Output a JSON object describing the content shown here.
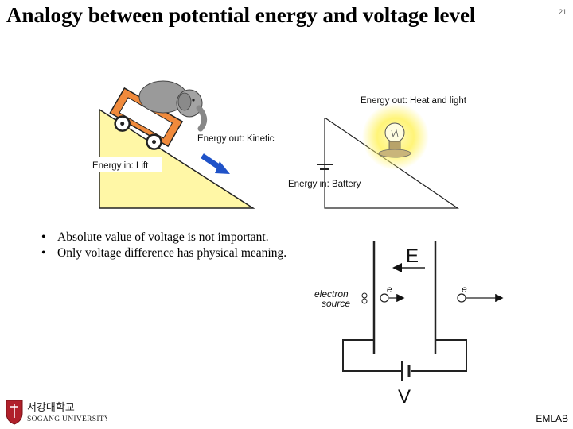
{
  "slide": {
    "title": "Analogy between potential energy and voltage level",
    "page_number": "21"
  },
  "left_figure": {
    "energy_in_label": "Energy in: Lift",
    "energy_out_label": "Energy out: Kinetic"
  },
  "right_figure": {
    "energy_out_label": "Energy out: Heat and light",
    "energy_in_label": "Energy in: Battery"
  },
  "bullets": [
    "Absolute value of voltage is not important.",
    "Only voltage difference has physical meaning."
  ],
  "field_diagram": {
    "field_label": "E",
    "source_label_line1": "electron",
    "source_label_line2": "source",
    "electron_label_1": "e",
    "electron_label_2": "e",
    "voltage_label": "V"
  },
  "logo": {
    "korean_name": "서강대학교",
    "english_name": "SOGANG UNIVERSITY"
  },
  "footer": {
    "brand": "EMLAB"
  },
  "colors": {
    "ramp": "#fff7a6",
    "cart": "#f08a3c",
    "arrow": "#1f52c8",
    "bulb_glow": "#fff56a"
  }
}
